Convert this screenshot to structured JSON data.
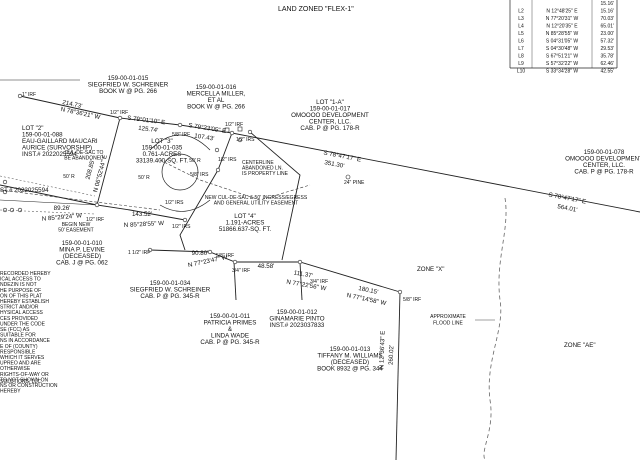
{
  "header": {
    "title": "LAND ZONED \"FLEX-1\""
  },
  "line_table": [
    {
      "id": "",
      "bearing": "",
      "distance": "15.16'"
    },
    {
      "id": "L2",
      "bearing": "N 12°48'25\" E",
      "distance": "15.16'"
    },
    {
      "id": "L3",
      "bearing": "N 77°20'31\" W",
      "distance": "70.03'"
    },
    {
      "id": "L4",
      "bearing": "N 12°20'35\" E",
      "distance": "65.01'"
    },
    {
      "id": "L5",
      "bearing": "N 85°28'55\" W",
      "distance": "23.00'"
    },
    {
      "id": "L6",
      "bearing": "S 04°31'05\" W",
      "distance": "57.32'"
    },
    {
      "id": "L7",
      "bearing": "S 04°30'48\" W",
      "distance": "29.53'"
    },
    {
      "id": "L8",
      "bearing": "S 67°51'21\" W",
      "distance": "35.78'"
    },
    {
      "id": "L9",
      "bearing": "S 57°32'22\" W",
      "distance": "62.46'"
    },
    {
      "id": "L10",
      "bearing": "S 33°34'28\" W",
      "distance": "42.55'"
    }
  ],
  "parcels": {
    "p015": [
      "159-00-01-015",
      "SIEGFRIED W. SCHREINER",
      "BOOK W @ PG. 266"
    ],
    "p016": [
      "159-00-01-016",
      "MERCELLA MILLER,",
      "ET AL",
      "BOOK W @ PG. 266"
    ],
    "lot1a": [
      "LOT \"1-A\"",
      "159-00-01-017",
      "OMOOOO DEVELOPMENT",
      "CENTER, LLC.",
      "CAB. P @ PG. 178-R"
    ],
    "p078": [
      "159-00-01-078",
      "OMOOOO DEVELOPMENT",
      "CENTER, LLC.",
      "CAB. P @ PG. 178-R"
    ],
    "lot2": [
      "LOT \"2\"",
      "159-00-01-088",
      "EAU-GAILLARD MAUCARI",
      "AURICE (SURVORSHIP)",
      "INST.# 2022025594"
    ],
    "lot3": [
      "LOT \"3\"",
      "159-00-01-035",
      "0.761-ACRES",
      "33139.400-SQ. FT."
    ],
    "lot4": [
      "LOT \"4\"",
      "1.191-ACRES",
      "51866.637-SQ. FT."
    ],
    "p010": [
      "159-00-01-010",
      "MINA P. LEVINE",
      "(DECEASED)",
      "CAB. J @ PG. 062"
    ],
    "p034": [
      "159-00-01-034",
      "SIEGFRIED W. SCHREINER",
      "CAB. P @ PG. 345-R"
    ],
    "p011": [
      "159-00-01-011",
      "PATRICIA PRIMES",
      "&",
      "LINDA WADE",
      "CAB. P @ PG. 345-R"
    ],
    "p012": [
      "159-00-01-012",
      "GINAMARIE PINTO",
      "INST.# 2023037833"
    ],
    "p013": [
      "159-00-01-013",
      "TIFFANY M. WILLIAMS",
      "(DECEASED)",
      "BOOK 8932 @ PG. 344"
    ]
  },
  "labels": {
    "inst_left": "ST.# 2022025594",
    "zone_x": "ZONE \"X\"",
    "zone_ae": "ZONE \"AE\"",
    "flood_line": [
      "APPROXIMATE",
      "FLOOD LINE"
    ],
    "cul_de_sac": [
      "CUL-DE-SAC TO",
      "BE ABANDONED"
    ],
    "centerline": [
      "CENTERLINE",
      "ABANDONED LN.",
      "IS PROPERTY LINE"
    ],
    "new_cul_de_sac": [
      "NEW CUL-DE-SAC & 50' INGRESS/EGRESS",
      "AND GENERAL UTILITY EASEMENT"
    ],
    "begin_new": [
      "BEGIN NEW",
      "50' EASEMENT"
    ],
    "left_notes": [
      "RECORDED HEREBY",
      "ICAL ACCESS TO",
      "NDEZIN IS NOT",
      "HE PURPOSE OF",
      "ON OF THIS PLAT",
      "HEREBY ESTABLISH",
      "STRICT AND/OR",
      "HYSICAL ACCESS",
      "CES PROVIDED",
      "UNDER THE CODE",
      "SE (FCC) AS",
      "SUITABLE FOR",
      "NS IN ACCORDANCE",
      "E OF (COUNTY)",
      "RESPONSIBLE",
      "WHICH IT SERVES",
      "UPREO AND ARE",
      "OTHERWISE",
      "RIGHTS-OF-WAY OR",
      "TO NOT SHOWN ON",
      "NS OR CONSTRUCTION",
      "HEREBY"
    ],
    "footer_left": "SOLUTIONS, LLC."
  },
  "dimensions": {
    "d214": "214.73'",
    "b_n7836": "N 78°36'21\" W",
    "b_s7901": "S 79°01'10\" E",
    "d12574": "125.74'",
    "b_s7923": "S 79°23'05\" E",
    "d10743": "107.43'",
    "b_s7847": "S 78°47'17\" E",
    "d35130": "351.30'",
    "b_s7847b": "S 78°47'17\" E",
    "d56401": "564.01'",
    "d20085": "208.85'",
    "b_n0652": "N 06°52'44\" E",
    "d8926": "89.26'",
    "b_n8529": "N 85°29'24\" W",
    "d14352": "143.52'",
    "b_n8528": "N 85°28'55\" W",
    "d50r1": "50' R",
    "d50r2": "50' R",
    "d50r3": "50' R",
    "d9080": "90.80'",
    "b_n7723": "N 77°23'47\" W",
    "d4858": "48.58'",
    "d11137": "111.37'",
    "b_n7722": "N 77°22'56\" W",
    "d18015": "180.15'",
    "b_n7714": "N 77°14'58\" W",
    "b_n1236": "N 12°36'43\" E",
    "d26002": "260.02'"
  },
  "pins": {
    "p1irf": "1\" IRF",
    "p12irf_a": "1/2\" IRF",
    "p58irf_a": "5/8\" IRF",
    "p12irf_b": "1/2\" IRF",
    "p12irs_a": "1/2\" IRS",
    "p12irs_b": "1/2\" IRS",
    "p58irs": "5/8\" IRS",
    "p12irf_c": "1/2\" IRF",
    "p12irs_c": "1/2\" IRS",
    "p12irs_d": "1/2\" IRS",
    "p112irf": "1 1/2\" IRF",
    "p58irf_b": "5/8\" IRF",
    "p34irf_a": "3/4\" IRF",
    "p34irf_b": "3/4\" IRF",
    "p58irf_c": "5/8\" IRF",
    "p24pine": "24\" PINE"
  },
  "colors": {
    "ink": "#111111",
    "background": "#ffffff",
    "tie_line": "#666666"
  }
}
